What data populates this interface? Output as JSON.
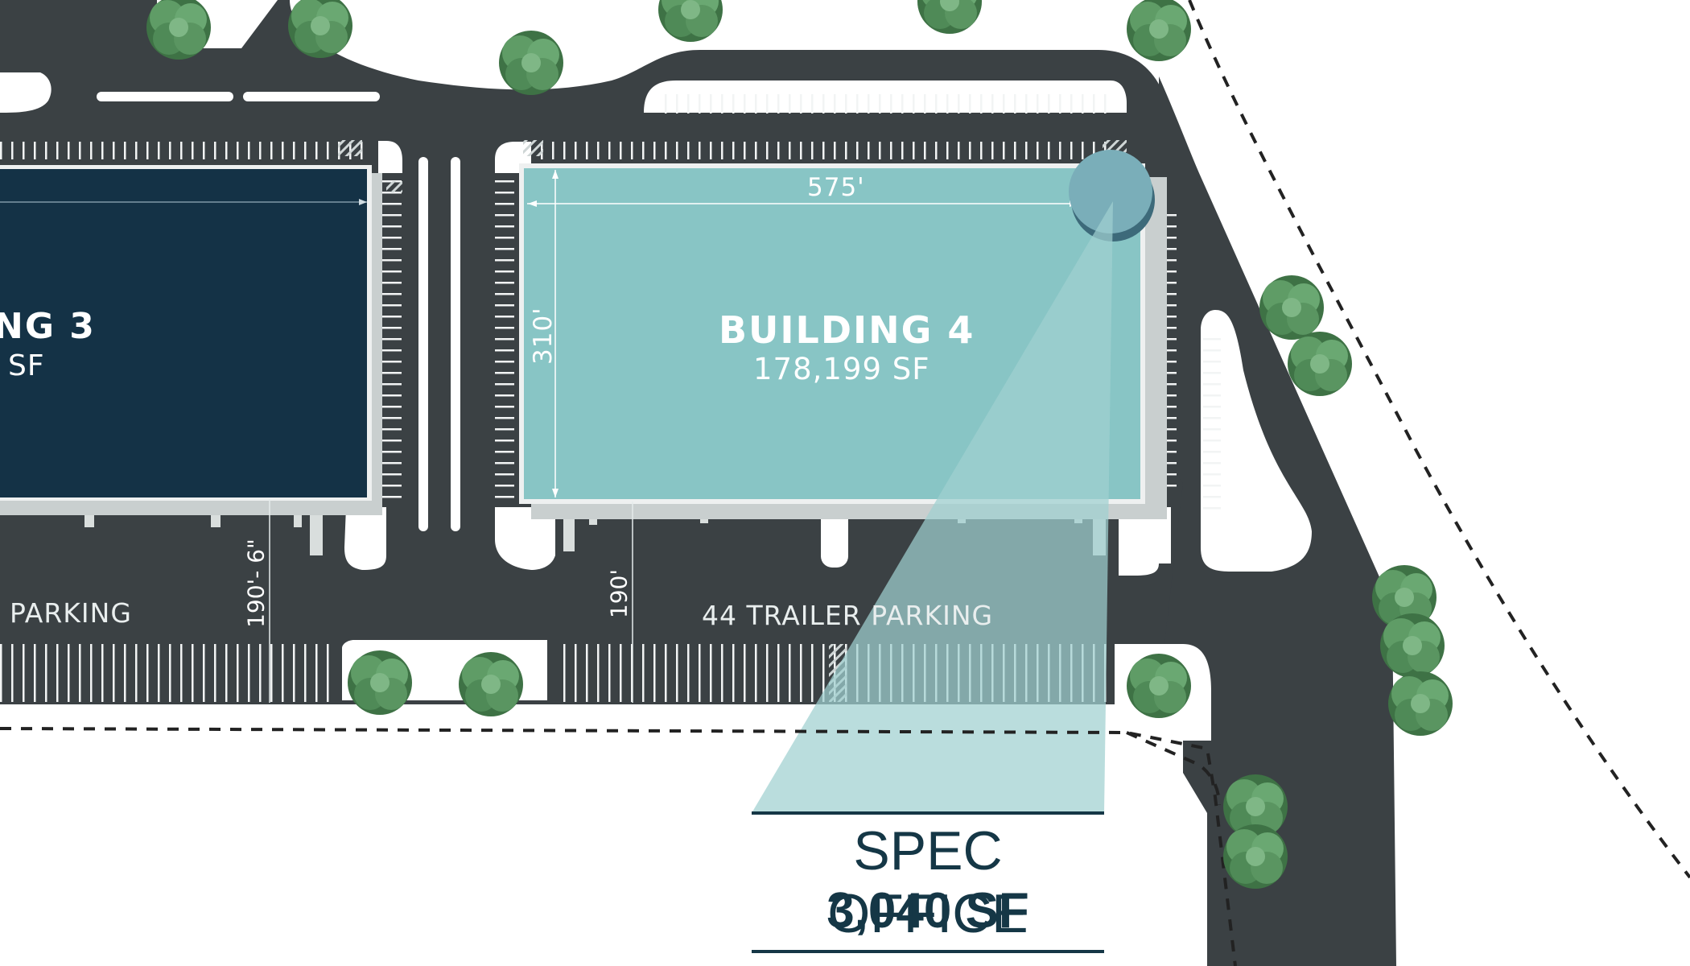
{
  "buildings": [
    {
      "id": "building-3",
      "name": "NG 3",
      "area": "SF"
    },
    {
      "id": "building-4",
      "name": "BUILDING 4",
      "area": "178,199 SF"
    }
  ],
  "dimensions": {
    "width": "575'",
    "depth": "310'",
    "truck_court_3": "190'- 6\"",
    "truck_court_4": "190'"
  },
  "parking": {
    "left_label": "PARKING",
    "right_label": "44 TRAILER PARKING"
  },
  "callout": {
    "title": "SPEC OFFICE",
    "area": "3,040 SF"
  },
  "colors": {
    "asphalt": "#3b4144",
    "building_3": "#143246",
    "building_4": "#88c5c5",
    "callout_fill": "#9fd0d0",
    "text_dark": "#153746",
    "tree": "#4f8a57"
  }
}
